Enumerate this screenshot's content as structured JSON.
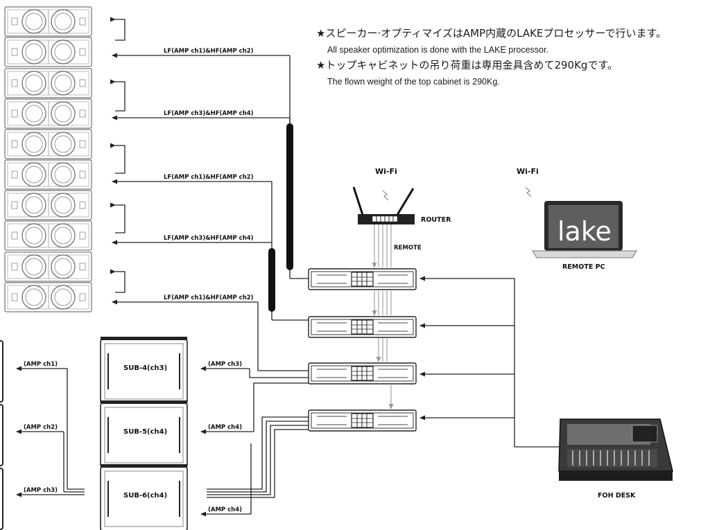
{
  "notes": {
    "jp1": "★スピーカー·オプティマイズはAMP内蔵のLAKEプロセッサーで行います。",
    "en1": "All speaker optimization is done with the LAKE processor.",
    "jp2": "★トップキャビネットの吊り荷重は専用金具含めて290Kgです。",
    "en2": "The flown weight of the top cabinet is 290Kg."
  },
  "line_array": {
    "labels": [
      "LF(AMP ch1)&HF(AMP ch2)",
      "LF(AMP ch3)&HF(AMP ch4)",
      "LF(AMP ch1)&HF(AMP ch2)",
      "LF(AMP ch3)&HF(AMP ch4)",
      "LF(AMP ch1)&HF(AMP ch2)"
    ]
  },
  "subs": {
    "left_labels": [
      "(AMP ch1)",
      "(AMP ch2)",
      "(AMP ch3)"
    ],
    "right_labels": [
      "(AMP ch3)",
      "(AMP ch4)",
      "(AMP ch4)"
    ],
    "cabinets": [
      "SUB-4(ch3)",
      "SUB-5(ch4)",
      "SUB-6(ch4)"
    ]
  },
  "network": {
    "wifi_router": "Wi-Fi",
    "wifi_pc": "Wi-Fi",
    "router": "ROUTER",
    "remote": "REMOTE",
    "remote_pc": "REMOTE PC",
    "pc_logo": "lake"
  },
  "foh": "FOH DESK",
  "colors": {
    "line": "#222222",
    "arrow_gray": "#999999",
    "cable": "#111111"
  }
}
